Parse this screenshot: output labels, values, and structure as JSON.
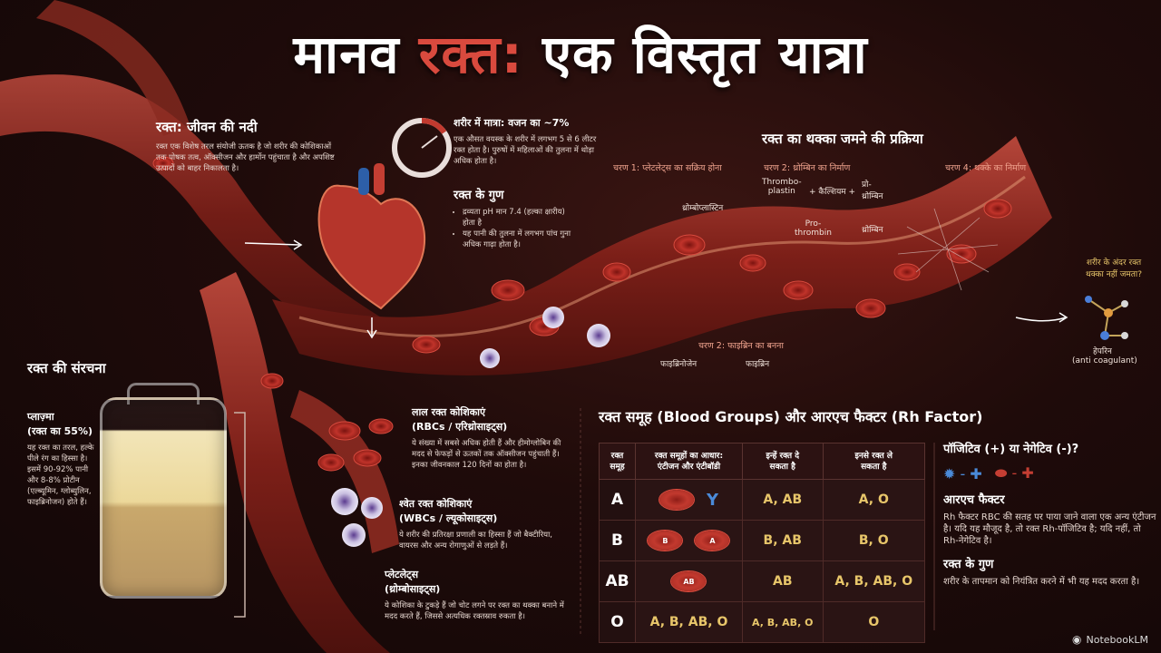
{
  "title": {
    "part1": "मानव ",
    "accent": "रक्त:",
    "part2": " एक विस्तृत यात्रा"
  },
  "river": {
    "heading": "रक्त: जीवन की नदी",
    "text": "रक्त एक विशेष तरल संयोजी ऊतक है जो शरीर की कोशिकाओं तक पोषक तत्व, ऑक्सीजन और हार्मोन पहुंचाता है और अपशिष्ट उत्पादों को बाहर निकालता है।"
  },
  "quantity": {
    "heading": "शरीर में मात्रा: वजन का ~7%",
    "text": "एक औसत वयस्क के शरीर में लगभग 5 से 6 लीटर रक्त होता है। पुरुषों में महिलाओं की तुलना में थोड़ा अधिक होता है।",
    "gauge_fraction": 0.07
  },
  "properties_top": {
    "heading": "रक्त के गुण",
    "items": [
      "द्रव्यता pH मान 7.4 (हल्का क्षारीय) होता है",
      "यह पानी की तुलना में लगभग पांच गुना अधिक गाढ़ा होता है।"
    ]
  },
  "clotting": {
    "heading": "रक्त का थक्का जमने की प्रक्रिया",
    "stage1": "चरण 1: प्लेटलेट्स का सक्रिय होना",
    "stage2": "चरण 2: थ्रोम्बिन का निर्माण",
    "stage4": "चरण 4: थक्के का निर्माण",
    "stage_fibrin": "चरण 2: फाइब्रिन का बनना",
    "thromboplastin_label": "थ्रोम्बोप्लास्टिन",
    "thrombo_plastin": "Thrombo-\nplastin",
    "calcium": "+ कैल्शियम +",
    "prothrombin_hi": "प्रो-\nथ्रोम्बिन",
    "prothrombin_en": "Pro-\nthrombin",
    "thrombin": "थ्रोम्बिन",
    "fibrinogen": "फाइब्रिनोजेन",
    "fibrin": "फाइब्रिन",
    "why_no_clot": "शरीर के अंदर रक्त\nथक्का नहीं जमता?",
    "heparin": "हेपरिन",
    "anticoagulant": "(anti coagulant)"
  },
  "composition": {
    "heading": "रक्त की संरचना",
    "plasma_title": "प्लाज़्मा\n(रक्त का 55%)",
    "plasma_text": "यह रक्त का तरल, हल्के पीले रंग का हिस्सा है। इसमें 90-92% पानी और 8-8% प्रोटीन (एल्ब्यूमिन, ग्लोब्युलिन, फाइब्रिनोजन) होते हैं।"
  },
  "rbc": {
    "heading": "लाल रक्त कोशिकाएं\n(RBCs / एरिथ्रोसाइट्स)",
    "text": "ये संख्या में सबसे अधिक होती हैं और हीमोग्लोबिन की मदद से फेफड़ों से ऊतकों तक ऑक्सीजन पहुंचाती हैं। इनका जीवनकाल 120 दिनों का होता है।"
  },
  "wbc": {
    "heading": "श्वेत रक्त कोशिकाएं\n(WBCs / ल्यूकोसाइट्स)",
    "text": "ये शरीर की प्रतिरक्षा प्रणाली का हिस्सा हैं जो बैक्टीरिया, वायरस और अन्य रोगाणुओं से लड़ते हैं।"
  },
  "platelets": {
    "heading": "प्लेटलेट्स\n(थ्रोम्बोसाइट्स)",
    "text": "ये कोशिका के टुकड़े हैं जो चोट लगने पर रक्त का थक्का बनाने में मदद करते हैं, जिससे अत्यधिक रक्तस्राव रुकता है।"
  },
  "blood_groups": {
    "heading": "रक्त समूह (Blood Groups) और आरएच फैक्टर (Rh Factor)",
    "columns": [
      "रक्त\nसमूह",
      "रक्त समूहों का आधार:\nएंटीजन और एंटीबॉडी",
      "इन्हें रक्त दे\nसकता है",
      "इनसे रक्त ले\nसकता है"
    ],
    "rows": [
      {
        "group": "A",
        "cells": [
          "",
          ""
        ],
        "give": "A, AB",
        "receive": "A, O"
      },
      {
        "group": "B",
        "cells": [
          "B",
          "A"
        ],
        "give": "B, AB",
        "receive": "B, O"
      },
      {
        "group": "AB",
        "cells": [
          "AB"
        ],
        "give": "AB",
        "receive": "A, B, AB, O"
      },
      {
        "group": "O",
        "cells": [],
        "give": "A, B, AB, O",
        "receive": "O"
      }
    ],
    "row_o_antigen": "A, B, AB, O",
    "row_o_give": "A, B, AB, O"
  },
  "rh": {
    "question": "पॉजिटिव (+) या नेगेटिव (-)?",
    "heading": "आरएच फैक्टर",
    "text": "Rh फैक्टर RBC की सतह पर पाया जाने वाला एक अन्य एंटीजन है। यदि यह मौजूद है, तो रक्त Rh-पॉजिटिव है; यदि नहीं, तो Rh-नेगेटिव है।",
    "props_heading": "रक्त के गुण",
    "props_text": "शरीर के तापमान को नियंत्रित करने में भी यह मदद करता है।"
  },
  "brand": "NotebookLM",
  "colors": {
    "accent": "#d94a3e",
    "gold": "#e8c66a",
    "bg": "#1f0b0a"
  }
}
